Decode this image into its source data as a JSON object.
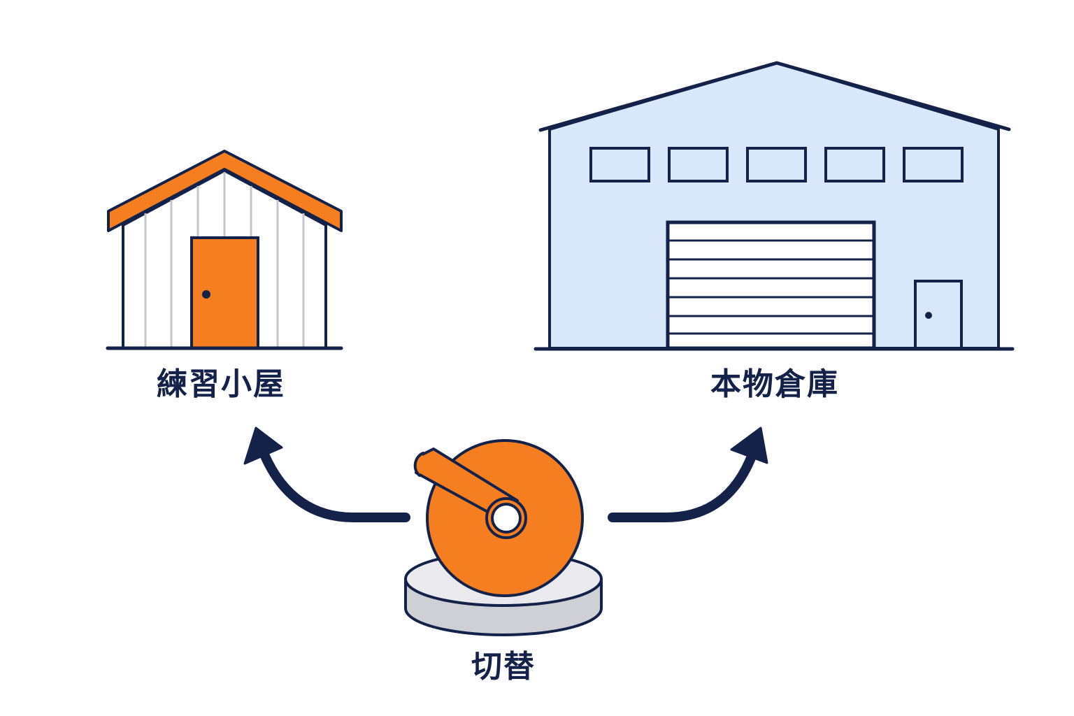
{
  "labels": {
    "practice_shed": "練習小屋",
    "real_warehouse": "本物倉庫",
    "switch": "切替"
  },
  "colors": {
    "outline": "#14224a",
    "orange": "#f57f20",
    "warehouse_fill": "#d9e7fb",
    "base_light": "#e9e9ee",
    "base_dark": "#cfcfd6",
    "shed_siding": "#c4c6cc",
    "text": "#14224a"
  },
  "icons": {
    "shed": "shed-icon",
    "warehouse": "warehouse-icon",
    "switch": "lever-switch-icon",
    "left_arrow": "arrow-curved-up-left-icon",
    "right_arrow": "arrow-curved-up-right-icon"
  }
}
